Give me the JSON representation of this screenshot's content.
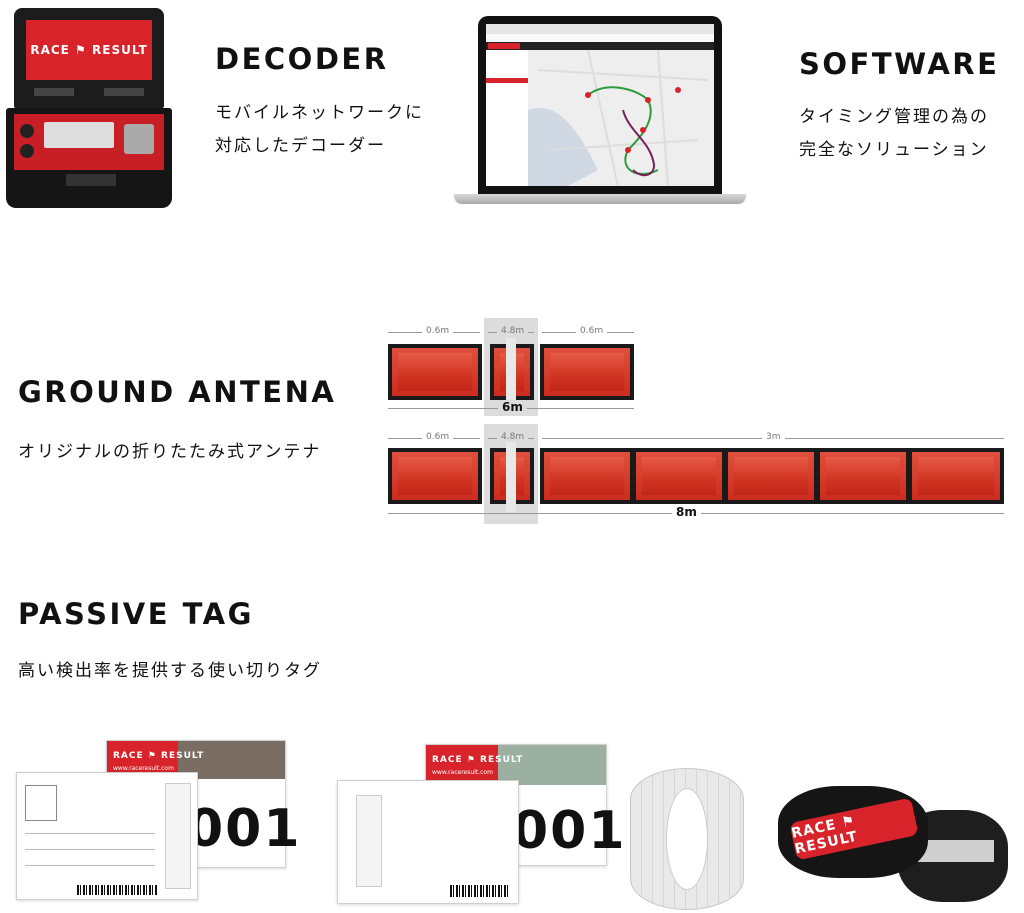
{
  "sections": {
    "decoder": {
      "title": "DECODER",
      "line1": "モバイルネットワークに",
      "line2": "対応したデコーダー"
    },
    "software": {
      "title": "SOFTWARE",
      "line1": "タイミング管理の為の",
      "line2": "完全なソリューション"
    },
    "antenna": {
      "title": "GROUND ANTENA",
      "desc": "オリジナルの折りたたみ式アンテナ"
    },
    "tag": {
      "title": "PASSIVE TAG",
      "desc": "高い検出率を提供する使い切りタグ"
    }
  },
  "brand": {
    "name": "RACE RESULT",
    "race": "RACE",
    "result": "RESULT",
    "url": "www.raceresult.com"
  },
  "antenna_diagram": {
    "row1": {
      "left": "0.6m",
      "gap": "4.8m",
      "right": "0.6m",
      "total": "6m"
    },
    "row2": {
      "left": "0.6m",
      "gap": "4.8m",
      "right": "3m",
      "total": "8m"
    }
  },
  "bibs": {
    "number": "001"
  },
  "colors": {
    "brand_red": "#d8232a",
    "dark": "#111111"
  }
}
